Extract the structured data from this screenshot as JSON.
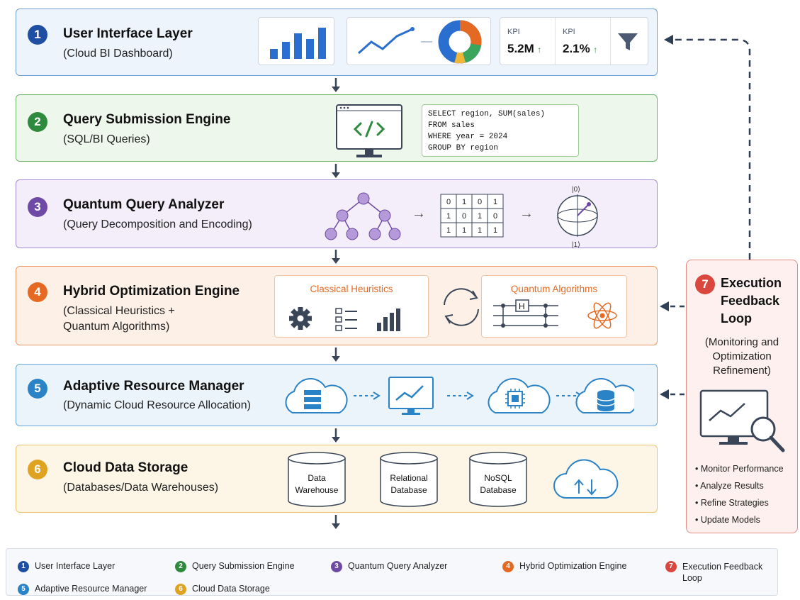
{
  "layers": [
    {
      "num": "1",
      "title": "User Interface Layer",
      "subtitle": "(Cloud BI Dashboard)",
      "color": "#1f4fa3",
      "bg": "#eef4fc",
      "border": "#6d9fd6"
    },
    {
      "num": "2",
      "title": "Query Submission Engine",
      "subtitle": "(SQL/BI Queries)",
      "color": "#2e8a3c",
      "bg": "#eef7ec",
      "border": "#6fb46e"
    },
    {
      "num": "3",
      "title": "Quantum Query Analyzer",
      "subtitle": "(Query Decomposition and Encoding)",
      "color": "#6e49a6",
      "bg": "#f3eef9",
      "border": "#a58cd0"
    },
    {
      "num": "4",
      "title": "Hybrid Optimization Engine",
      "subtitle_lines": [
        "(Classical Heuristics +",
        "Quantum Algorithms)"
      ],
      "color": "#e46a23",
      "bg": "#fdf0e7",
      "border": "#ee9a68"
    },
    {
      "num": "5",
      "title": "Adaptive Resource Manager",
      "subtitle": "(Dynamic Cloud Resource Allocation)",
      "color": "#2a83c6",
      "bg": "#ecf4fb",
      "border": "#6aa7d8"
    },
    {
      "num": "6",
      "title": "Cloud Data Storage",
      "subtitle": "(Databases/Data Warehouses)",
      "color": "#e0a321",
      "bg": "#fdf6e6",
      "border": "#e8c46c"
    }
  ],
  "kpis": [
    {
      "label": "KPI",
      "value": "5.2M",
      "trend": "↑"
    },
    {
      "label": "KPI",
      "value": "2.1%",
      "trend": "↑"
    }
  ],
  "sql_lines": [
    "SELECT region, SUM(sales)",
    "FROM sales",
    "WHERE year = 2024",
    "GROUP BY region"
  ],
  "matrix": [
    [
      "0",
      "1",
      "0",
      "1"
    ],
    [
      "1",
      "0",
      "1",
      "0"
    ],
    [
      "1",
      "1",
      "1",
      "1"
    ]
  ],
  "qubit_labels": {
    "top": "|0⟩",
    "bottom": "|1⟩"
  },
  "hybrid": {
    "classical_label": "Classical Heuristics",
    "quantum_label": "Quantum Algorithms",
    "gate_label": "H"
  },
  "storage": [
    {
      "line1": "Data",
      "line2": "Warehouse"
    },
    {
      "line1": "Relational",
      "line2": "Database"
    },
    {
      "line1": "NoSQL",
      "line2": "Database"
    }
  ],
  "feedback": {
    "num": "7",
    "title_lines": [
      "Execution",
      "Feedback",
      "Loop"
    ],
    "subtitle_lines": [
      "(Monitoring and",
      "Optimization",
      "Refinement)"
    ],
    "bullets": [
      "• Monitor Performance",
      "• Analyze Results",
      "• Refine Strategies",
      "• Update Models"
    ],
    "color": "#d9473f",
    "bg": "#fdf0ee",
    "border": "#e38a82"
  },
  "legend": [
    {
      "num": "1",
      "label": "User Interface Layer",
      "color": "#1f4fa3"
    },
    {
      "num": "2",
      "label": "Query Submission Engine",
      "color": "#2e8a3c"
    },
    {
      "num": "3",
      "label": "Quantum Query Analyzer",
      "color": "#6e49a6"
    },
    {
      "num": "4",
      "label": "Hybrid Optimization Engine",
      "color": "#e46a23"
    },
    {
      "num": "7",
      "label_lines": [
        "Execution Feedback",
        "Loop"
      ],
      "color": "#d9473f"
    },
    {
      "num": "5",
      "label": "Adaptive Resource Manager",
      "color": "#2a83c6"
    },
    {
      "num": "6",
      "label": "Cloud Data Storage",
      "color": "#e0a321"
    }
  ]
}
